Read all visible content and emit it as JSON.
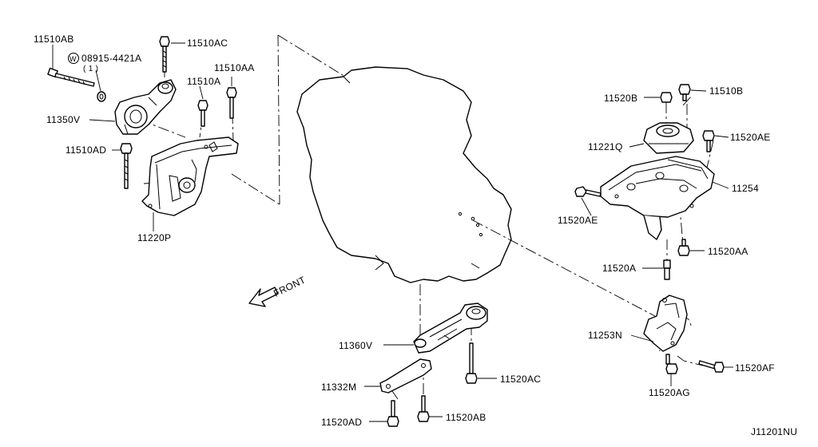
{
  "labels": {
    "p11510AB": "11510AB",
    "p11510AC": "11510AC",
    "p11510AA": "11510AA",
    "p11510A": "11510A",
    "p08915": "08915-4421A",
    "p08915_w": "W",
    "p08915_qty": "( 1 )",
    "p11350V": "11350V",
    "p11510AD": "11510AD",
    "p11220P": "11220P",
    "p11520B": "11520B",
    "p11510B": "11510B",
    "p11221Q": "11221Q",
    "p11520AE_top": "11520AE",
    "p11254": "11254",
    "p11520AE_left": "11520AE",
    "p11520AA": "11520AA",
    "p11520A": "11520A",
    "p11253N": "11253N",
    "p11520AF": "11520AF",
    "p11520AG": "11520AG",
    "p11360V": "11360V",
    "p11332M": "11332M",
    "p11520AC": "11520AC",
    "p11520AD": "11520AD",
    "p11520AB": "11520AB",
    "front": "FRONT",
    "code": "J11201NU"
  }
}
